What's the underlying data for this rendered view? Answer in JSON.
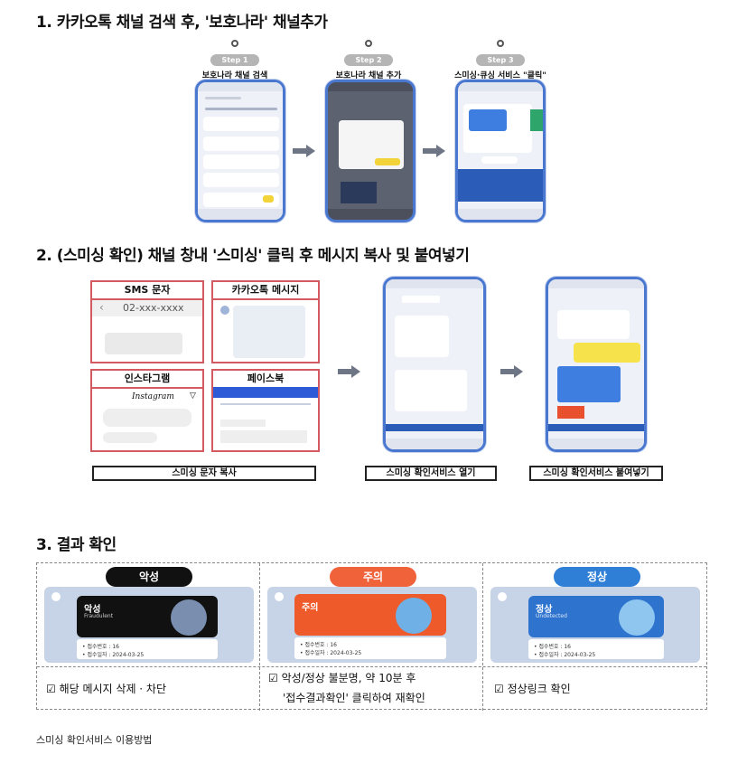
{
  "section1": {
    "title": "1. 카카오톡 채널 검색 후, '보호나라' 채널추가",
    "steps": [
      {
        "pill": "Step 1",
        "caption": "보호나라 채널 검색"
      },
      {
        "pill": "Step 2",
        "caption": "보호나라 채널 추가"
      },
      {
        "pill": "Step 3",
        "caption": "스미싱·큐싱 서비스 \"클릭\""
      }
    ]
  },
  "section2": {
    "title": "2. (스미싱 확인) 채널 창내 '스미싱' 클릭 후 메시지 복사 및 붙여넣기",
    "boxes": {
      "sms": {
        "title": "SMS 문자",
        "number": "02-xxx-xxxx"
      },
      "kakao": {
        "title": "카카오톡 메시지"
      },
      "instagram": {
        "title": "인스타그램",
        "brand": "Instagram"
      },
      "facebook": {
        "title": "페이스북"
      }
    },
    "labels": [
      "스미싱 문자 복사",
      "스미싱 확인서비스 열기",
      "스미싱 확인서비스 붙여넣기"
    ]
  },
  "section3": {
    "title": "3. 결과 확인",
    "results": [
      {
        "badge": "악성",
        "badge_color": "#111111",
        "card_title": "악성",
        "card_sub": "Fraudulent",
        "action": "☑ 해당 메시지 삭제 · 차단"
      },
      {
        "badge": "주의",
        "badge_color": "#f0623a",
        "card_title": "주의",
        "card_sub": "",
        "action_line1": "☑ 악성/정상 불분명, 약 10분 후",
        "action_line2": "'접수결과확인' 클릭하여 재확인"
      },
      {
        "badge": "정상",
        "badge_color": "#2f7fd6",
        "card_title": "정상",
        "card_sub": "Undetected",
        "action": "☑ 정상링크 확인"
      }
    ],
    "info_lines": [
      "• 접수번호 : 16",
      "• 접수일자 : 2024-03-25"
    ]
  },
  "footer": "스미싱 확인서비스 이용방법"
}
